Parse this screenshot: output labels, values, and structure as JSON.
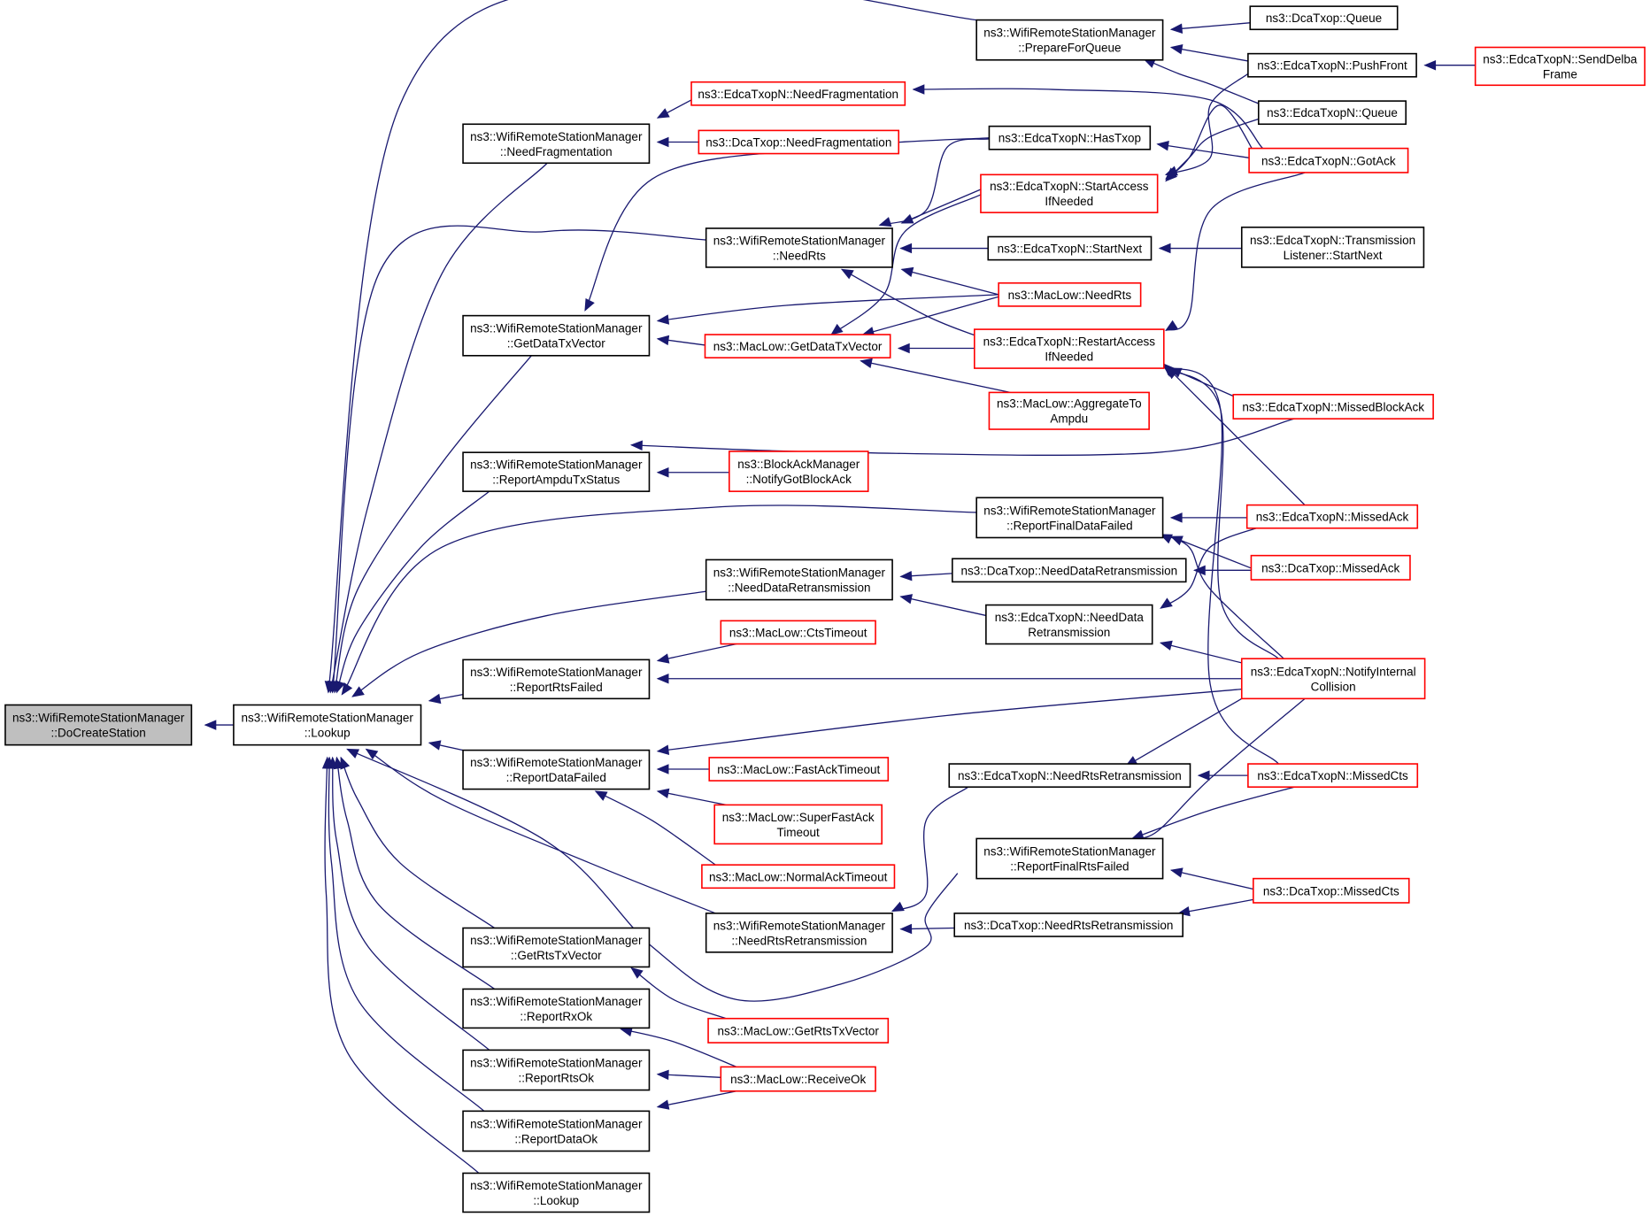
{
  "colors": {
    "edge": "#191970",
    "black_border": "#000000",
    "red_border": "#ff0000",
    "root_fill": "#bfbfbf"
  },
  "nodes": {
    "docreate": {
      "lines": [
        "ns3::WifiRemoteStationManager",
        "::DoCreateStation"
      ],
      "color": "root"
    },
    "lookup_main": {
      "lines": [
        "ns3::WifiRemoteStationManager",
        "::Lookup"
      ],
      "color": "black"
    },
    "prepq": {
      "lines": [
        "ns3::WifiRemoteStationManager",
        "::PrepareForQueue"
      ],
      "color": "black"
    },
    "needfrag": {
      "lines": [
        "ns3::WifiRemoteStationManager",
        "::NeedFragmentation"
      ],
      "color": "black"
    },
    "needrts": {
      "lines": [
        "ns3::WifiRemoteStationManager",
        "::NeedRts"
      ],
      "color": "black"
    },
    "getdtx": {
      "lines": [
        "ns3::WifiRemoteStationManager",
        "::GetDataTxVector"
      ],
      "color": "black"
    },
    "ampdu": {
      "lines": [
        "ns3::WifiRemoteStationManager",
        "::ReportAmpduTxStatus"
      ],
      "color": "black"
    },
    "rffdf": {
      "lines": [
        "ns3::WifiRemoteStationManager",
        "::ReportFinalDataFailed"
      ],
      "color": "black"
    },
    "ndr": {
      "lines": [
        "ns3::WifiRemoteStationManager",
        "::NeedDataRetransmission"
      ],
      "color": "black"
    },
    "rrtsf": {
      "lines": [
        "ns3::WifiRemoteStationManager",
        "::ReportRtsFailed"
      ],
      "color": "black"
    },
    "rdf": {
      "lines": [
        "ns3::WifiRemoteStationManager",
        "::ReportDataFailed"
      ],
      "color": "black"
    },
    "rfrf": {
      "lines": [
        "ns3::WifiRemoteStationManager",
        "::ReportFinalRtsFailed"
      ],
      "color": "black"
    },
    "nrr": {
      "lines": [
        "ns3::WifiRemoteStationManager",
        "::NeedRtsRetransmission"
      ],
      "color": "black"
    },
    "grtx": {
      "lines": [
        "ns3::WifiRemoteStationManager",
        "::GetRtsTxVector"
      ],
      "color": "black"
    },
    "rrxok": {
      "lines": [
        "ns3::WifiRemoteStationManager",
        "::ReportRxOk"
      ],
      "color": "black"
    },
    "rrtsok": {
      "lines": [
        "ns3::WifiRemoteStationManager",
        "::ReportRtsOk"
      ],
      "color": "black"
    },
    "rdok": {
      "lines": [
        "ns3::WifiRemoteStationManager",
        "::ReportDataOk"
      ],
      "color": "black"
    },
    "lookup2": {
      "lines": [
        "ns3::WifiRemoteStationManager",
        "::Lookup"
      ],
      "color": "black"
    },
    "dca_queue": {
      "lines": [
        "ns3::DcaTxop::Queue"
      ],
      "color": "black"
    },
    "edca_pushfront": {
      "lines": [
        "ns3::EdcaTxopN::PushFront"
      ],
      "color": "black"
    },
    "edca_senddelba": {
      "lines": [
        "ns3::EdcaTxopN::SendDelba",
        "Frame"
      ],
      "color": "red"
    },
    "edca_queue": {
      "lines": [
        "ns3::EdcaTxopN::Queue"
      ],
      "color": "black"
    },
    "edca_needfrag": {
      "lines": [
        "ns3::EdcaTxopN::NeedFragmentation"
      ],
      "color": "red"
    },
    "dca_needfrag": {
      "lines": [
        "ns3::DcaTxop::NeedFragmentation"
      ],
      "color": "red"
    },
    "edca_hastxop": {
      "lines": [
        "ns3::EdcaTxopN::HasTxop"
      ],
      "color": "black"
    },
    "edca_gotack": {
      "lines": [
        "ns3::EdcaTxopN::GotAck"
      ],
      "color": "red"
    },
    "edca_startaccess": {
      "lines": [
        "ns3::EdcaTxopN::StartAccess",
        "IfNeeded"
      ],
      "color": "red"
    },
    "edca_startnext": {
      "lines": [
        "ns3::EdcaTxopN::StartNext"
      ],
      "color": "black"
    },
    "edca_translisten": {
      "lines": [
        "ns3::EdcaTxopN::Transmission",
        "Listener::StartNext"
      ],
      "color": "black"
    },
    "maclow_needrts": {
      "lines": [
        "ns3::MacLow::NeedRts"
      ],
      "color": "red"
    },
    "maclow_getdtx": {
      "lines": [
        "ns3::MacLow::GetDataTxVector"
      ],
      "color": "red"
    },
    "edca_restart": {
      "lines": [
        "ns3::EdcaTxopN::RestartAccess",
        "IfNeeded"
      ],
      "color": "red"
    },
    "maclow_aggr": {
      "lines": [
        "ns3::MacLow::AggregateTo",
        "Ampdu"
      ],
      "color": "red"
    },
    "edca_missedba": {
      "lines": [
        "ns3::EdcaTxopN::MissedBlockAck"
      ],
      "color": "red"
    },
    "bam_notify": {
      "lines": [
        "ns3::BlockAckManager",
        "::NotifyGotBlockAck"
      ],
      "color": "red"
    },
    "edca_missedack": {
      "lines": [
        "ns3::EdcaTxopN::MissedAck"
      ],
      "color": "red"
    },
    "dca_needdr": {
      "lines": [
        "ns3::DcaTxop::NeedDataRetransmission"
      ],
      "color": "black"
    },
    "dca_missedack": {
      "lines": [
        "ns3::DcaTxop::MissedAck"
      ],
      "color": "red"
    },
    "edca_needdr": {
      "lines": [
        "ns3::EdcaTxopN::NeedData",
        "Retransmission"
      ],
      "color": "black"
    },
    "maclow_ctsto": {
      "lines": [
        "ns3::MacLow::CtsTimeout"
      ],
      "color": "red"
    },
    "edca_notifyic": {
      "lines": [
        "ns3::EdcaTxopN::NotifyInternal",
        "Collision"
      ],
      "color": "red"
    },
    "maclow_fastack": {
      "lines": [
        "ns3::MacLow::FastAckTimeout"
      ],
      "color": "red"
    },
    "maclow_superfast": {
      "lines": [
        "ns3::MacLow::SuperFastAck",
        "Timeout"
      ],
      "color": "red"
    },
    "maclow_normalack": {
      "lines": [
        "ns3::MacLow::NormalAckTimeout"
      ],
      "color": "red"
    },
    "edca_needrtsr": {
      "lines": [
        "ns3::EdcaTxopN::NeedRtsRetransmission"
      ],
      "color": "black"
    },
    "edca_missedcts": {
      "lines": [
        "ns3::EdcaTxopN::MissedCts"
      ],
      "color": "red"
    },
    "dca_missedcts": {
      "lines": [
        "ns3::DcaTxop::MissedCts"
      ],
      "color": "red"
    },
    "dca_needrtsr": {
      "lines": [
        "ns3::DcaTxop::NeedRtsRetransmission"
      ],
      "color": "black"
    },
    "maclow_getrtstx": {
      "lines": [
        "ns3::MacLow::GetRtsTxVector"
      ],
      "color": "red"
    },
    "maclow_receiveok": {
      "lines": [
        "ns3::MacLow::ReceiveOk"
      ],
      "color": "red"
    }
  }
}
